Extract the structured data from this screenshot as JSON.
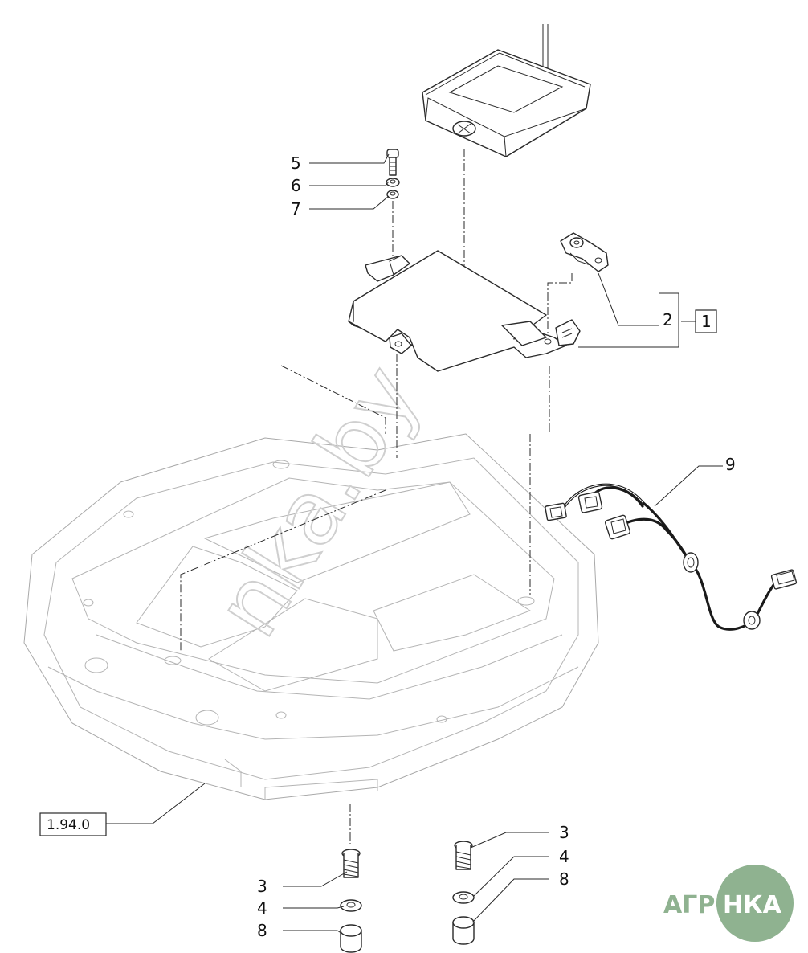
{
  "callouts": {
    "c1": "1",
    "c2": "2",
    "c3a": "3",
    "c3b": "3",
    "c4a": "4",
    "c4b": "4",
    "c5": "5",
    "c6": "6",
    "c7": "7",
    "c8a": "8",
    "c8b": "8",
    "c9": "9"
  },
  "reference": {
    "section": "1.94.0"
  },
  "watermark": {
    "text": "nka.by"
  },
  "logo": {
    "left": "АГРО",
    "right": "НКА",
    "color": "#8fb290"
  }
}
